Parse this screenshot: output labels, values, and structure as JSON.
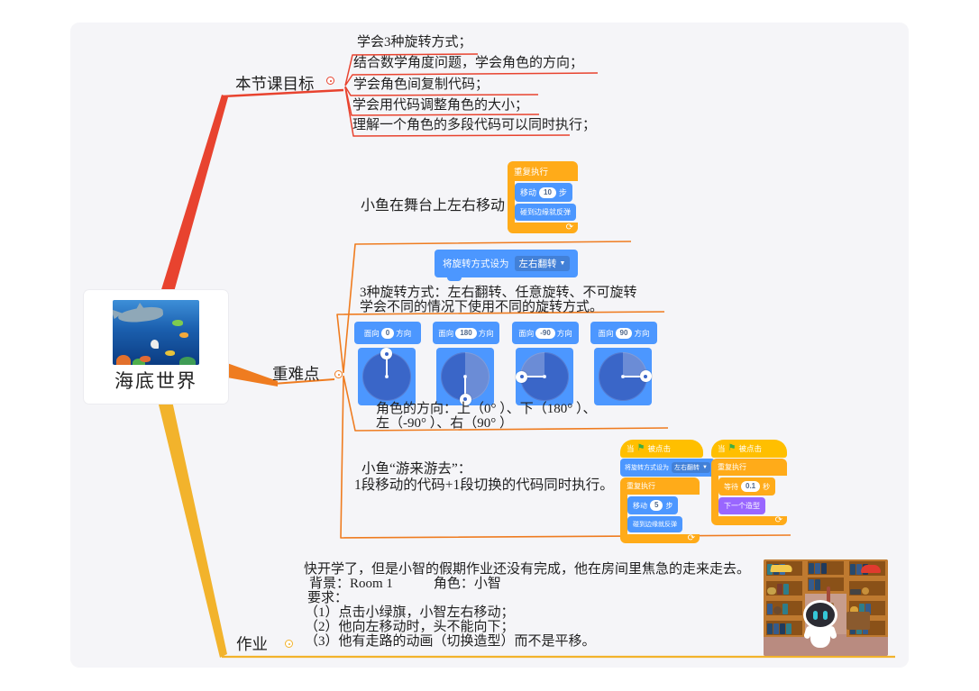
{
  "central": {
    "title": "海底世界"
  },
  "goals": {
    "label": "本节课目标",
    "items": [
      "学会3种旋转方式；",
      "结合数学角度问题，学会角色的方向；",
      "学会角色间复制代码；",
      "学会用代码调整角色的大小；",
      "理解一个角色的多段代码可以同时执行；"
    ]
  },
  "keypoints": {
    "label": "重难点",
    "fish_move": "小鱼在舞台上左右移动",
    "rotation_line1": "3种旋转方式：左右翻转、任意旋转、不可旋转",
    "rotation_line2": "学会不同的情况下使用不同的旋转方式。",
    "direction_line1": "角色的方向：上（0° ）、下（180° ）、",
    "direction_line2": "左（-90° ）、右（90° ）",
    "swim_line1": "小鱼“游来游去”：",
    "swim_line2": "1段移动的代码+1段切换的代码同时执行。"
  },
  "homework": {
    "label": "作业",
    "lines": [
      "快开学了，但是小智的假期作业还没有完成，他在房间里焦急的走来走去。",
      "背景：Room 1　　　角色：小智",
      "要求：",
      "（1）点击小绿旗，小智左右移动；",
      "（2）他向左移动时，头不能向下；",
      "（3）他有走路的动画（切换造型）而不是平移。"
    ]
  },
  "scratch": {
    "forever": "重复执行",
    "move": "移动",
    "steps": "步",
    "move10": "10",
    "move5": "5",
    "bounce": "碰到边缘就反弹",
    "set_rotation": "将旋转方式设为",
    "rotation_value": "左右翻转",
    "point_pre": "面向",
    "point_post": "方向",
    "directions": [
      "0",
      "180",
      "-90",
      "90"
    ],
    "when": "当",
    "clicked": "被点击",
    "wait": "等待",
    "wait_val": "0.1",
    "seconds": "秒",
    "next_costume": "下一个造型"
  },
  "icons": {
    "loop": "⟳",
    "flag": "⚑",
    "dropdown": "▼"
  }
}
